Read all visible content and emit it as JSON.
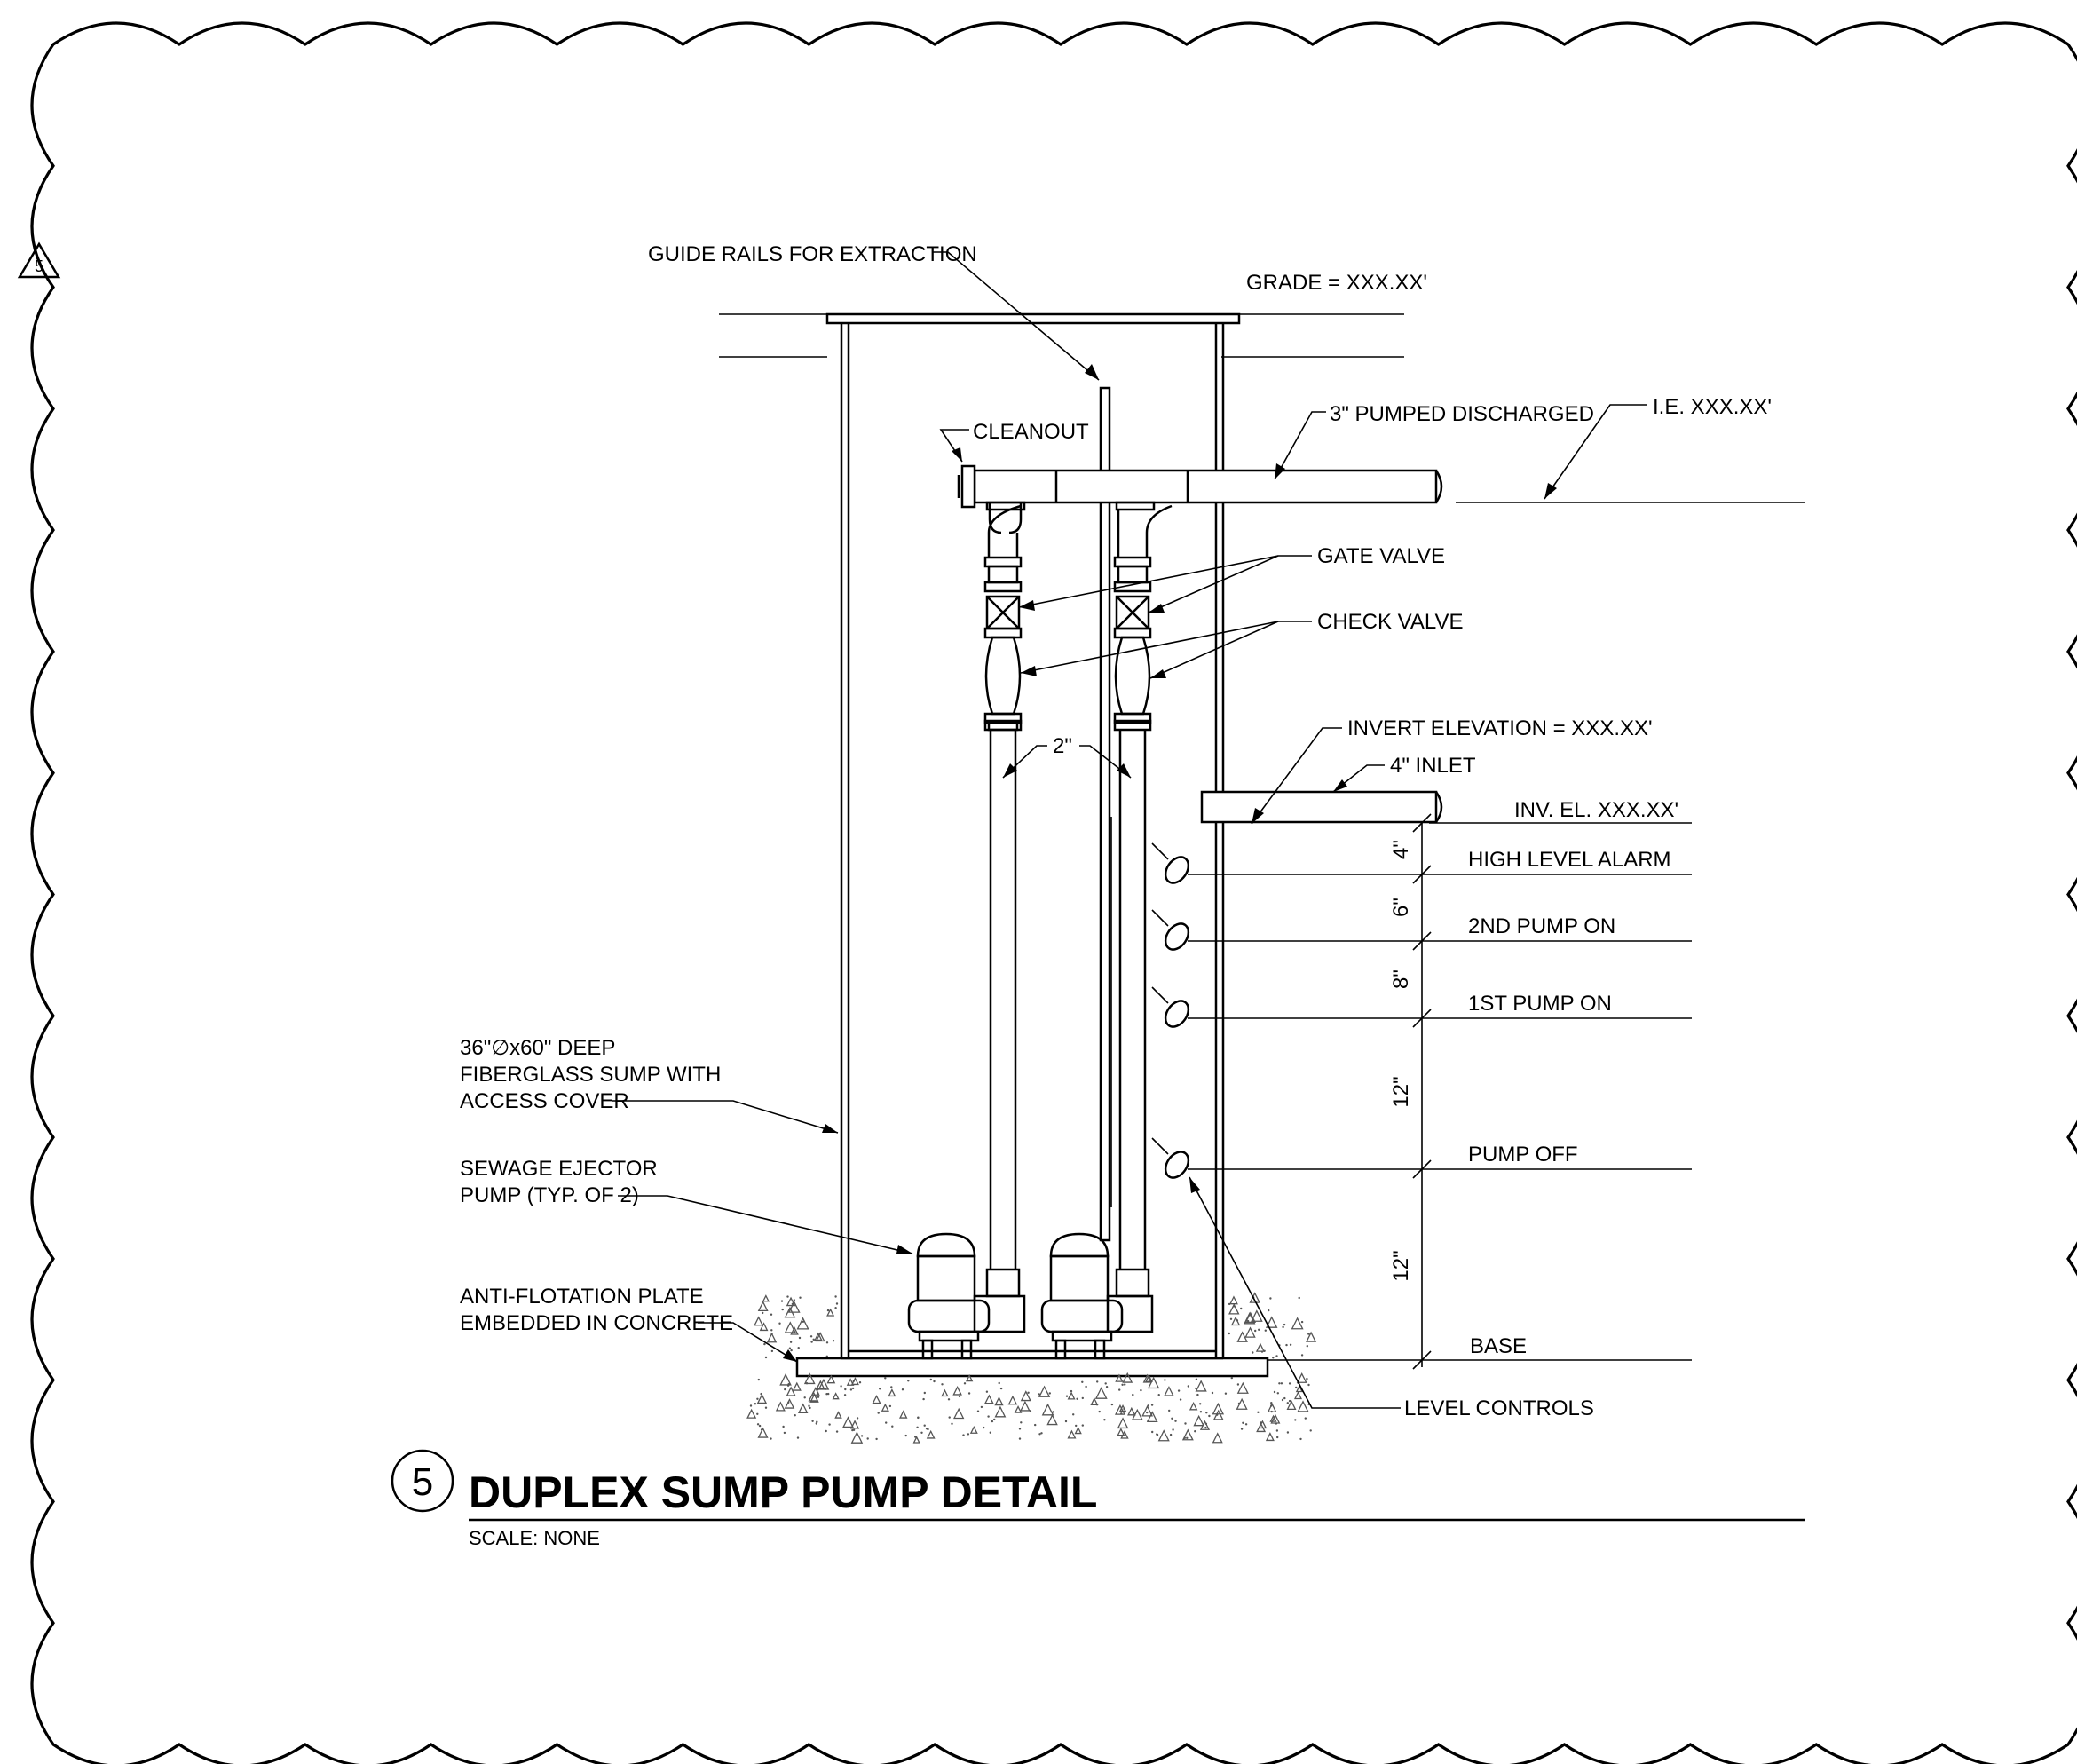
{
  "drawing": {
    "title": "DUPLEX SUMP PUMP DETAIL",
    "scale": "SCALE: NONE",
    "detail_number": "5",
    "revision_tag": "5"
  },
  "labels": {
    "guide_rails": "GUIDE RAILS FOR EXTRACTION",
    "grade": "GRADE = XXX.XX'",
    "cleanout": "CLEANOUT",
    "discharge": "3\" PUMPED DISCHARGED",
    "ie": "I.E. XXX.XX'",
    "gate_valve": "GATE VALVE",
    "check_valve": "CHECK VALVE",
    "pipe_size": "2\"",
    "invert_elevation": "INVERT ELEVATION = XXX.XX'",
    "inlet": "4\" INLET",
    "inv_el": "INV. EL. XXX.XX'",
    "high_level_alarm": "HIGH LEVEL ALARM",
    "second_pump_on": "2ND PUMP ON",
    "first_pump_on": "1ST PUMP ON",
    "pump_off": "PUMP OFF",
    "base": "BASE",
    "level_controls": "LEVEL CONTROLS",
    "sump_line1": "36\"∅x60\" DEEP",
    "sump_line2": "FIBERGLASS SUMP WITH",
    "sump_line3": "ACCESS COVER",
    "ejector_line1": "SEWAGE EJECTOR",
    "ejector_line2": "PUMP (TYP. OF 2)",
    "plate_line1": "ANTI-FLOTATION PLATE",
    "plate_line2": "EMBEDDED IN CONCRETE"
  },
  "dimensions": {
    "d1": "4\"",
    "d2": "6\"",
    "d3": "8\"",
    "d4": "12\"",
    "d5": "12\""
  }
}
